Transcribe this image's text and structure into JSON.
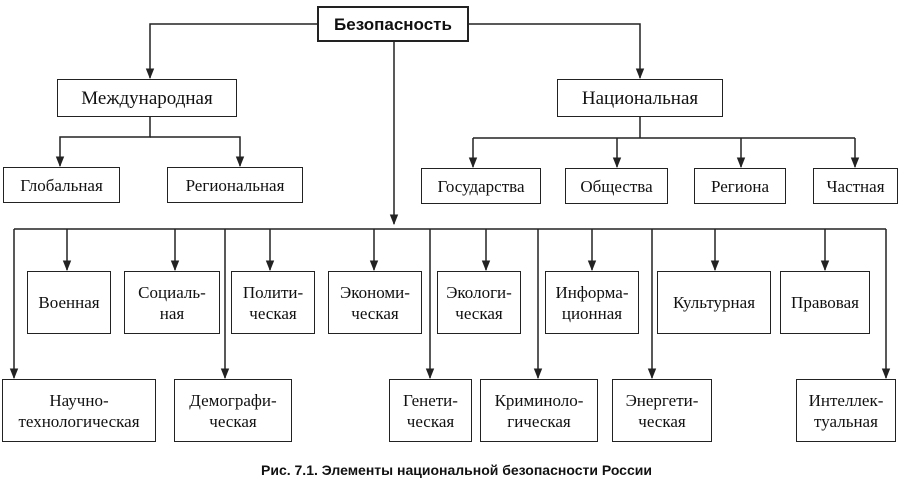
{
  "root": "Безопасность",
  "level1": {
    "international": {
      "label": "Международная",
      "children": [
        "Глобальная",
        "Региональная"
      ]
    },
    "national": {
      "label": "Национальная",
      "children": [
        "Государства",
        "Общества",
        "Региона",
        "Частная"
      ]
    }
  },
  "elements_upper": [
    "Военная",
    "Социаль-\nная",
    "Полити-\nческая",
    "Экономи-\nческая",
    "Экологи-\nческая",
    "Информа-\nционная",
    "Культурная",
    "Правовая"
  ],
  "elements_lower": [
    "Научно-\nтехнологическая",
    "Демографи-\nческая",
    "Генети-\nческая",
    "Криминоло-\nгическая",
    "Энергети-\nческая",
    "Интеллек-\nтуальная"
  ],
  "caption": "Рис. 7.1. Элементы национальной безопасности России",
  "colors": {
    "line": "#222222",
    "background": "#ffffff"
  }
}
